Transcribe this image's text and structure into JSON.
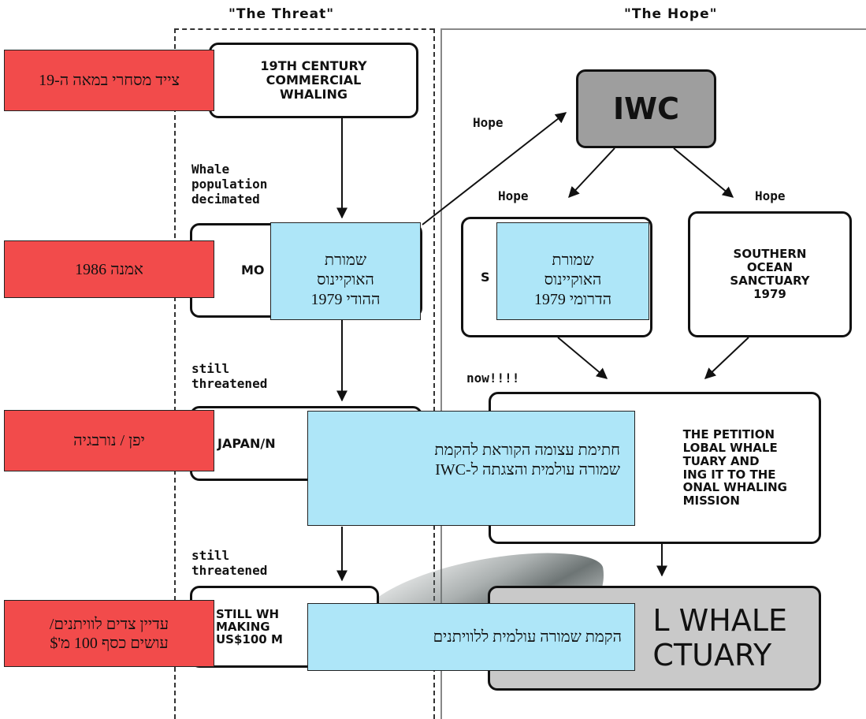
{
  "headers": {
    "threat": "\"The Threat\"",
    "hope": "\"The Hope\""
  },
  "threat_boxes": {
    "whaling": "19TH CENTURY\nCOMMERCIAL\nWHALING",
    "moratorium": "MO",
    "japan": "JAPAN/N",
    "still_whaling": "STILL WH\nMAKING\nUS$100 M"
  },
  "threat_labels": {
    "decimated": "Whale\npopulation\ndecimated",
    "threatened_1": "still\nthreatened",
    "threatened_2": "still\nthreatened"
  },
  "hope_boxes": {
    "iwc": "IWC",
    "indian_fragment": "S",
    "southern": "SOUTHERN\nOCEAN\nSANCTUARY\n1979",
    "petition": "THE PETITION\nLOBAL WHALE\nTUARY AND\nING IT TO THE\nONAL WHALING\nMISSION",
    "global_sanctuary": "L WHALE\nCTUARY"
  },
  "hope_labels": {
    "hope_top": "Hope",
    "hope_left": "Hope",
    "hope_right": "Hope",
    "now": "now!!!!"
  },
  "notes_red": {
    "whaling_19th": "צייד מסחרי במאה ה-19",
    "treaty_1986": "אמנה 1986",
    "japan_norway": "יפן / נורבגיה",
    "still_hunting": "עדיין צדים לוויתנים/\nעושים כסף 100 מ'$"
  },
  "notes_blue": {
    "indian_ocean": "שמורת\nהאוקיינוס\nההודי 1979",
    "southern_ocean": "שמורת\nהאוקיינוס\nהדרומי 1979",
    "petition": "חתימת עצומה הקוראת להקמת\nשמורה עולמית והצגתה ל-IWC",
    "global": "הקמת שמורה עולמית ללוויתנים"
  },
  "colors": {
    "red_note": "#f24b4b",
    "blue_note": "#aee6f8",
    "box_dark": "#9e9e9e",
    "box_light": "#c9c9c9"
  }
}
